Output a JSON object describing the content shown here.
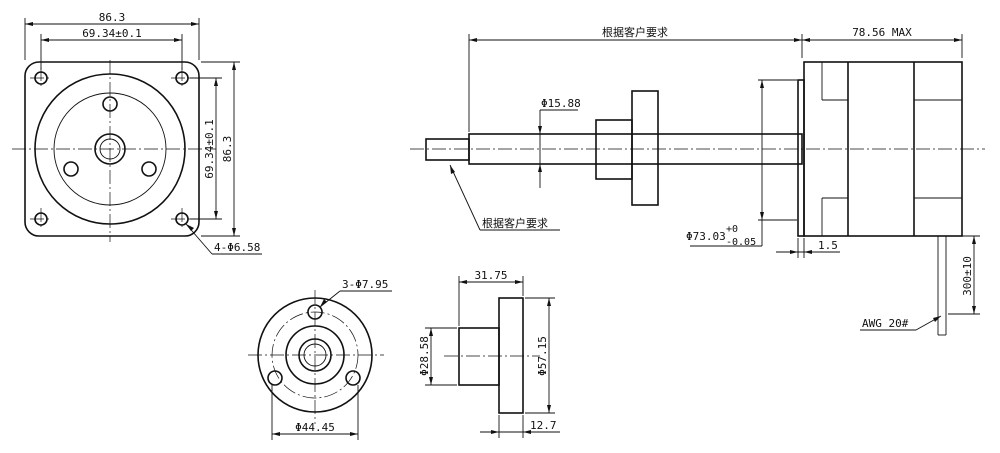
{
  "front_view": {
    "dim_overall_width": "86.3",
    "dim_hole_spacing_width": "69.34±0.1",
    "dim_hole_spacing_height": "69.34±0.1",
    "dim_overall_height": "86.3",
    "dim_mount_holes": "4-Φ6.58"
  },
  "side_view": {
    "dim_screw_length": "根据客户要求",
    "dim_motor_length": "78.56 MAX",
    "dim_screw_diameter": "Φ15.88",
    "label_screw_end": "根据客户要求",
    "dim_boss_diameter": "Φ73.03",
    "dim_boss_tol_upper": "+0",
    "dim_boss_tol_lower": "-0.05",
    "dim_boss_height": "1.5",
    "dim_lead_length": "300±10",
    "label_wire": "AWG 20#"
  },
  "nut_front": {
    "dim_holes": "3-Φ7.95",
    "dim_pcd": "Φ44.45"
  },
  "nut_side": {
    "dim_length": "31.75",
    "dim_body_diameter": "Φ28.58",
    "dim_flange_diameter": "Φ57.15",
    "dim_flange_thickness": "12.7"
  }
}
